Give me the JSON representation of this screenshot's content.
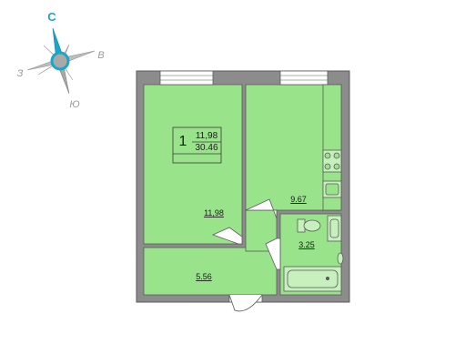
{
  "compass": {
    "north": "С",
    "east": "В",
    "south": "Ю",
    "west": "З",
    "north_color": "#1aa6c8",
    "arrow_color": "#b0b0b0"
  },
  "apartment": {
    "rooms_count": "1",
    "living_area": "11,98",
    "total_area": "30.46"
  },
  "rooms": {
    "living_room_area": "11,98",
    "kitchen_area": "9.67",
    "bathroom_area": "3.25",
    "hallway_area": "5.56"
  },
  "colors": {
    "room_fill": "#99e48a",
    "wall": "#8c8c8c",
    "wall_dark": "#5a5a5a",
    "fixture_fill": "#c8efbe"
  }
}
